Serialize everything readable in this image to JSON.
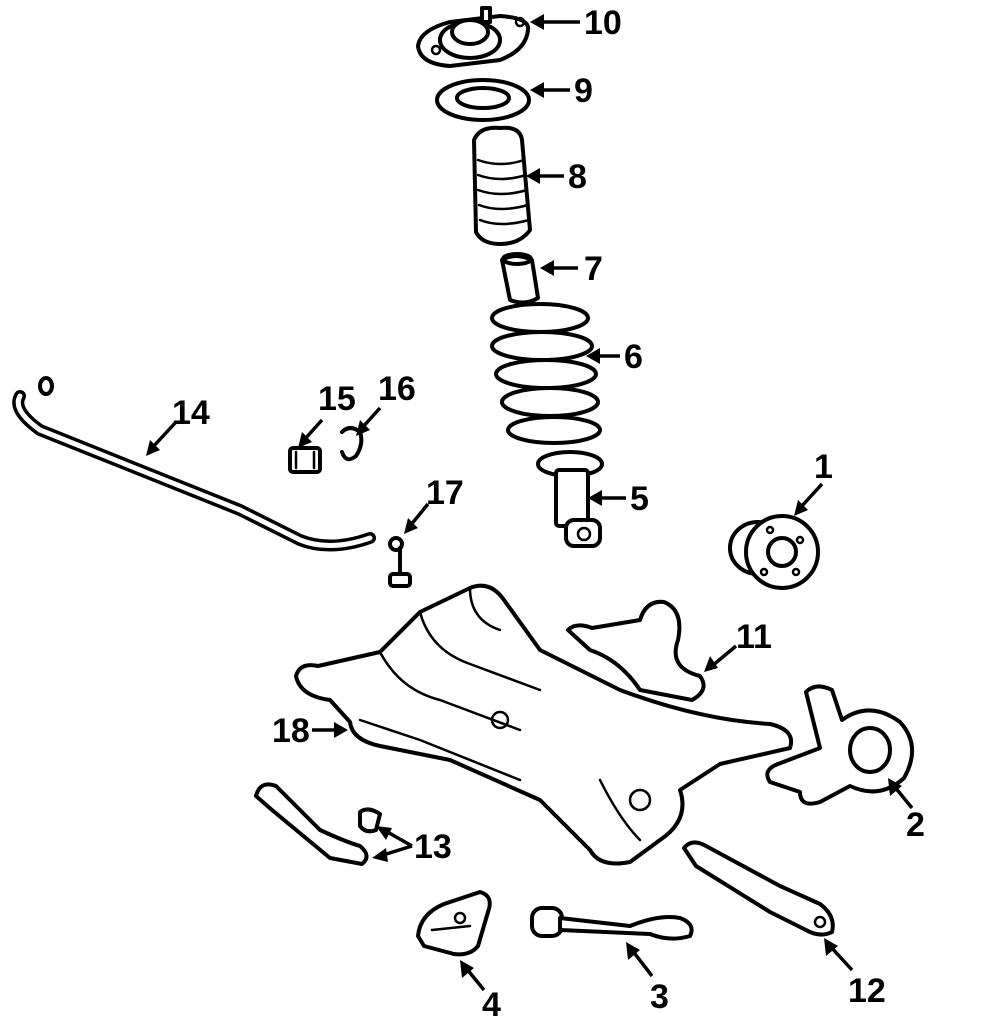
{
  "diagram": {
    "parts": [
      {
        "id": "1",
        "label": "1",
        "name": "hub-bearing"
      },
      {
        "id": "2",
        "label": "2",
        "name": "knuckle"
      },
      {
        "id": "3",
        "label": "3",
        "name": "lateral-link"
      },
      {
        "id": "4",
        "label": "4",
        "name": "bracket"
      },
      {
        "id": "5",
        "label": "5",
        "name": "strut"
      },
      {
        "id": "6",
        "label": "6",
        "name": "coil-spring"
      },
      {
        "id": "7",
        "label": "7",
        "name": "bump-stop"
      },
      {
        "id": "8",
        "label": "8",
        "name": "dust-boot"
      },
      {
        "id": "9",
        "label": "9",
        "name": "spring-seat"
      },
      {
        "id": "10",
        "label": "10",
        "name": "strut-mount"
      },
      {
        "id": "11",
        "label": "11",
        "name": "upper-control-arm"
      },
      {
        "id": "12",
        "label": "12",
        "name": "trailing-arm"
      },
      {
        "id": "13",
        "label": "13",
        "name": "control-arm-13"
      },
      {
        "id": "14",
        "label": "14",
        "name": "stabilizer-bar"
      },
      {
        "id": "15",
        "label": "15",
        "name": "bushing"
      },
      {
        "id": "16",
        "label": "16",
        "name": "bracket-16"
      },
      {
        "id": "17",
        "label": "17",
        "name": "stabilizer-link"
      },
      {
        "id": "18",
        "label": "18",
        "name": "crossmember"
      }
    ]
  }
}
